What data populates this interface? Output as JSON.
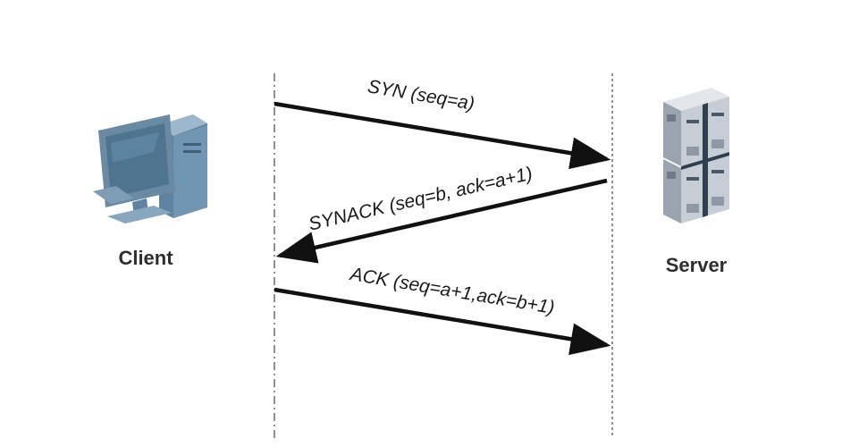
{
  "nodes": {
    "client": {
      "label": "Client",
      "icon": "desktop-computer-icon"
    },
    "server": {
      "label": "Server",
      "icon": "server-rack-icon"
    }
  },
  "messages": [
    {
      "label": "SYN (seq=a)",
      "from": "client",
      "to": "server"
    },
    {
      "label": "SYNACK (seq=b, ack=a+1)",
      "from": "server",
      "to": "client"
    },
    {
      "label": "ACK (seq=a+1,ack=b+1)",
      "from": "client",
      "to": "server"
    }
  ],
  "colors": {
    "line": "#111111",
    "lifeline": "#555555",
    "monitor_frame": "#6a8aa3",
    "monitor_screen": "#4e7490",
    "server_body": "#c7cdd4",
    "server_dark": "#2f3f52"
  }
}
